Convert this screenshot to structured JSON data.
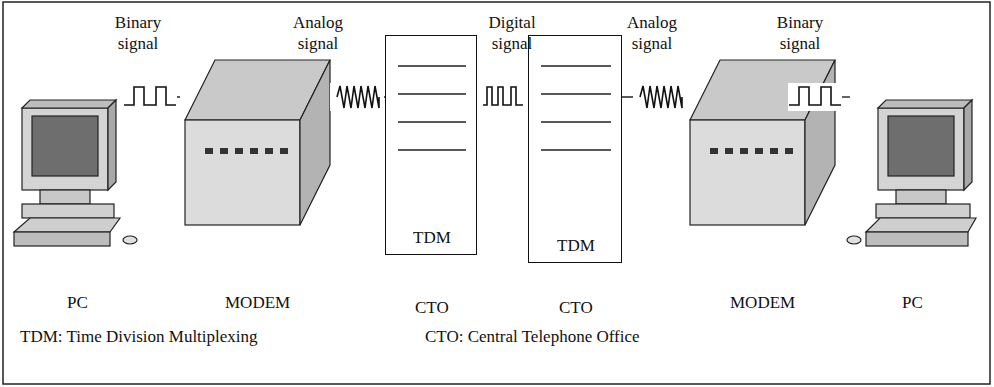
{
  "diagram": {
    "nodes": [
      {
        "text": [
          "PC"
        ]
      },
      {
        "text": [
          "MODEM"
        ]
      },
      {
        "text": [
          "TDM",
          "CTO"
        ]
      },
      {
        "text": [
          "TDM",
          "CTO"
        ]
      },
      {
        "text": [
          "MODEM"
        ]
      },
      {
        "text": [
          "PC"
        ]
      }
    ],
    "edges": [
      {
        "from": 0,
        "to": 1,
        "label": "Binary signal",
        "arrow": "none"
      },
      {
        "from": 1,
        "to": 2,
        "label": "Analog signal",
        "arrow": "none"
      },
      {
        "from": 2,
        "to": 3,
        "label": "Digital signal",
        "arrow": "none"
      },
      {
        "from": 3,
        "to": 4,
        "label": "Analog signal",
        "arrow": "none"
      },
      {
        "from": 4,
        "to": 5,
        "label": "Binary signal",
        "arrow": "none"
      }
    ],
    "labels": [
      "TDM: Time Division Multiplexing",
      "CTO: Central Telephone Office"
    ]
  }
}
